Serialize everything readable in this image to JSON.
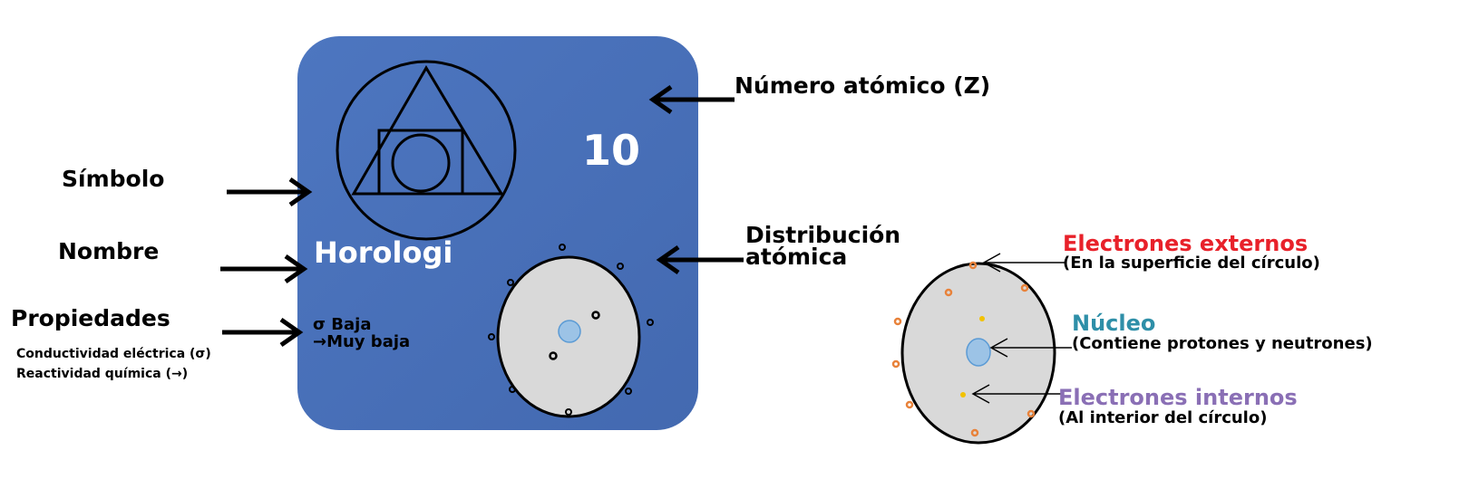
{
  "card": {
    "atomic_number": "10",
    "name": "Horologi",
    "property_conductivity": "σ Baja",
    "property_reactivity": "→Muy baja",
    "color": "#4a72bb"
  },
  "left_labels": {
    "symbol": "Símbolo",
    "name": "Nombre",
    "properties": "Propiedades",
    "conductivity_legend": "Conductividad eléctrica (σ)",
    "reactivity_legend": "Reactividad química (→)"
  },
  "right_labels": {
    "atomic_number": "Número atómico (Z)",
    "distribution_line1": "Distribución",
    "distribution_line2": "atómica"
  },
  "legend": {
    "outer_title": "Electrones externos",
    "outer_desc": "(En la superficie del círculo)",
    "nucleus_title": "Núcleo",
    "nucleus_desc": "(Contiene protones y neutrones)",
    "inner_title": "Electrones internos",
    "inner_desc": "(Al interior del círculo)",
    "colors": {
      "outer": "#e8212a",
      "nucleus": "#2e8fa8",
      "inner": "#8a6fb5",
      "outer_dot": "#e8823a",
      "inner_dot": "#f2c200"
    }
  }
}
